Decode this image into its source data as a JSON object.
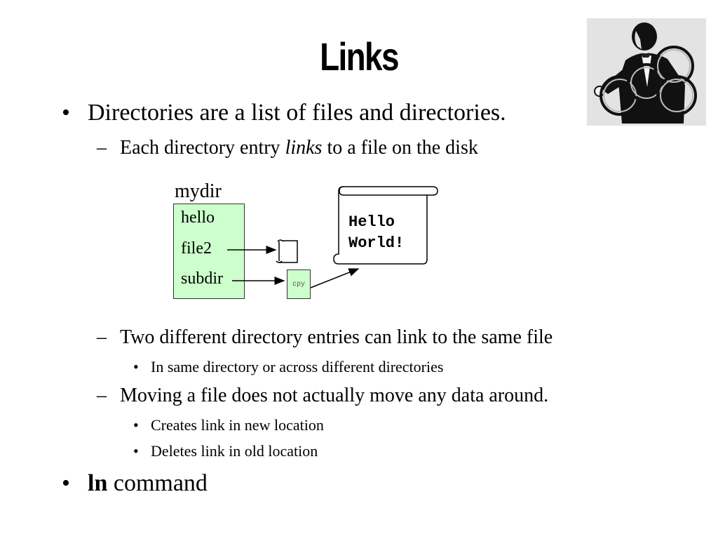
{
  "slide": {
    "title": "Links",
    "bullet1": "Directories are a list of files and directories.",
    "sub1_pre": "Each directory entry ",
    "sub1_em": "links",
    "sub1_post": " to a file on the disk",
    "sub2": "Two different directory entries can link to the same file",
    "sub2_a": "In same directory or across different directories",
    "sub3": "Moving a file does not actually move any data around.",
    "sub3_a": "Creates link in new location",
    "sub3_b": "Deletes link in old location",
    "bullet2_bold": "ln",
    "bullet2_rest": " command"
  },
  "diagram": {
    "dir_name": "mydir",
    "entries": [
      "hello",
      "file2",
      "subdir"
    ],
    "copy_label": "cpy",
    "file_contents": "Hello\nWorld!",
    "fill_color": "#ccffcc"
  },
  "glyphs": {
    "bullet": "•",
    "dash": "–"
  },
  "images": {
    "logo": "magician-rings-icon"
  }
}
